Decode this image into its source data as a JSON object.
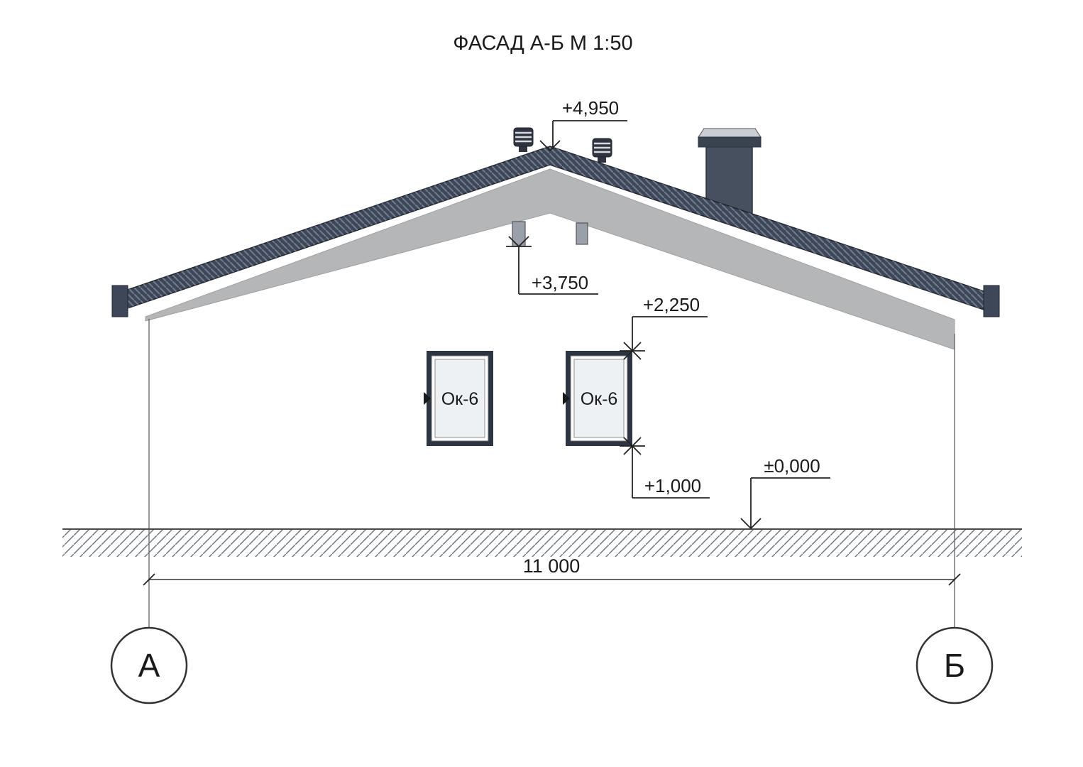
{
  "title": "ФАСАД А-Б М 1:50",
  "levels": {
    "ridge": "+4,950",
    "eaves_soffit": "+3,750",
    "window_top": "+2,250",
    "window_sill": "+1,000",
    "ground": "±0,000"
  },
  "windows": [
    {
      "label": "Ок-6"
    },
    {
      "label": "Ок-6"
    }
  ],
  "dimensions": {
    "overall_width": "11 000"
  },
  "axes": [
    {
      "label": "А"
    },
    {
      "label": "Б"
    }
  ],
  "colors": {
    "roof": "#3d4757",
    "roof_edge": "#1f2430",
    "gable_shadow": "#b5b6b8",
    "chimney": "#46505e",
    "chimney_cap": "#3a4350",
    "chimney_cap_top": "#c9ced5",
    "vent": "#9aa0aa",
    "turbine": "#2f3440",
    "frame_dark": "#2e3542",
    "glass": "#eef1f4"
  }
}
